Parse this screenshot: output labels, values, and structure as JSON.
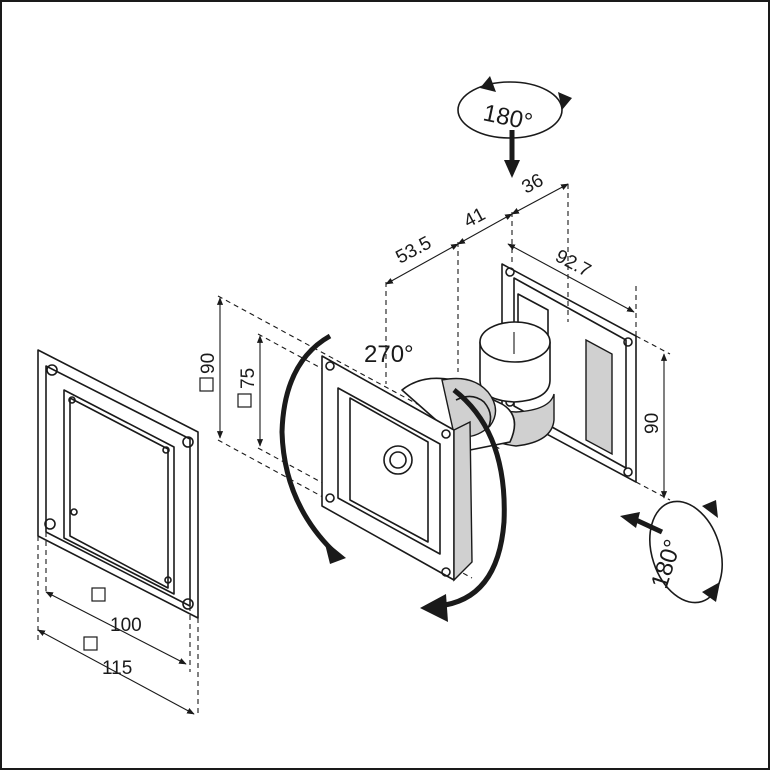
{
  "colors": {
    "line": "#1a1a1a",
    "shade": "#d0d0d0",
    "background": "#ffffff"
  },
  "rotations": {
    "top": "180°",
    "side": "270°",
    "right": "180°"
  },
  "dimensions": {
    "d36": "36",
    "d41": "41",
    "d53_5": "53.5",
    "d92_7": "92.7",
    "d90_right": "90",
    "d90_left": "90",
    "d75": "75",
    "d100": "100",
    "d115": "115"
  }
}
